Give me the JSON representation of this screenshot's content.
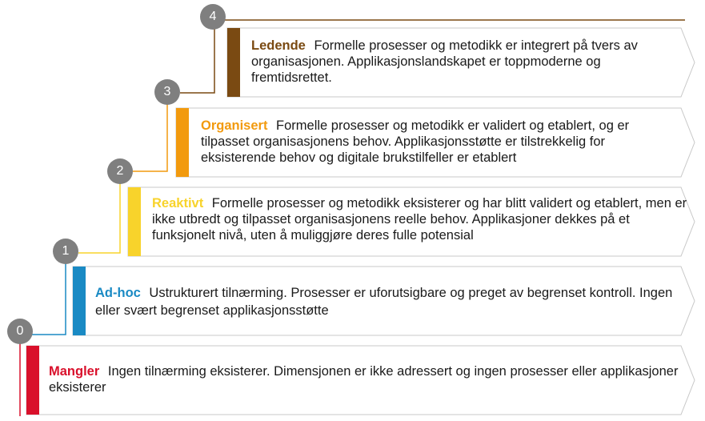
{
  "levels": [
    {
      "number": "0",
      "title": "Mangler",
      "text": "Ingen tilnærming eksisterer. Dimensjonen er ikke adressert og ingen prosesser eller applikasjoner eksisterer",
      "color": "#d9102b"
    },
    {
      "number": "1",
      "title": "Ad-hoc",
      "text": "Ustrukturert tilnærming. Prosesser er uforutsigbare og preget av begrenset kontroll. Ingen eller svært begrenset applikasjonsstøtte",
      "color": "#1a8ac4"
    },
    {
      "number": "2",
      "title": "Reaktivt",
      "text": "Formelle prosesser og metodikk eksisterer og har blitt validert og etablert, men er ikke utbredt og tilpasset organisasjonens reelle behov. Applikasjoner dekkes på et funksjonelt nivå, uten å muliggjøre deres fulle potensial",
      "color": "#f8d32b"
    },
    {
      "number": "3",
      "title": "Organisert",
      "text": "Formelle prosesser og metodikk er validert og etablert, og er tilpasset organisasjonens behov. Applikasjonsstøtte er tilstrekkelig for eksisterende behov og digitale brukstilfeller er etablert",
      "color": "#f29a0e"
    },
    {
      "number": "4",
      "title": "Ledende",
      "text": "Formelle prosesser og metodikk er integrert på tvers av organisasjonen. Applikasjonslandskapet er toppmoderne og fremtidsrettet.",
      "color": "#7a4a12"
    }
  ]
}
